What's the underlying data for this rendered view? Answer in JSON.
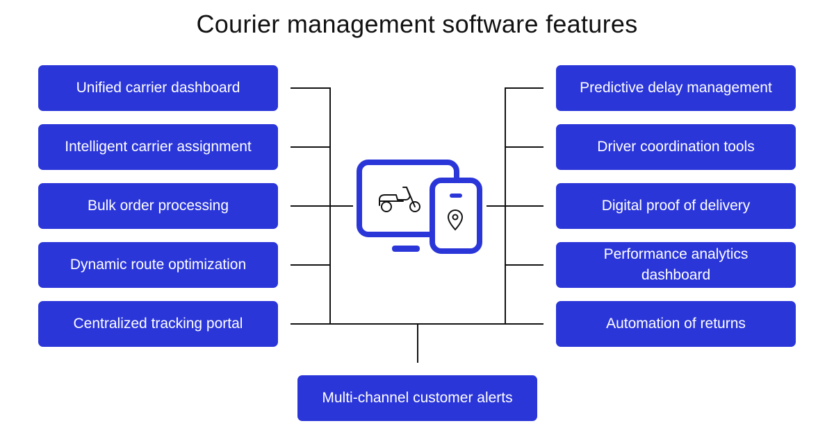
{
  "title": "Courier management software features",
  "colors": {
    "box": "#2B36D9",
    "text": "#ffffff",
    "line": "#111111"
  },
  "left_features": [
    "Unified carrier dashboard",
    "Intelligent carrier assignment",
    "Bulk order processing",
    "Dynamic route optimization",
    "Centralized tracking portal"
  ],
  "right_features": [
    "Predictive delay management",
    "Driver coordination tools",
    "Digital proof of delivery",
    "Performance analytics dashboard",
    "Automation of returns"
  ],
  "bottom_feature": "Multi-channel customer alerts",
  "center_icon": [
    "monitor-icon",
    "scooter-icon",
    "phone-icon",
    "location-pin-icon"
  ]
}
